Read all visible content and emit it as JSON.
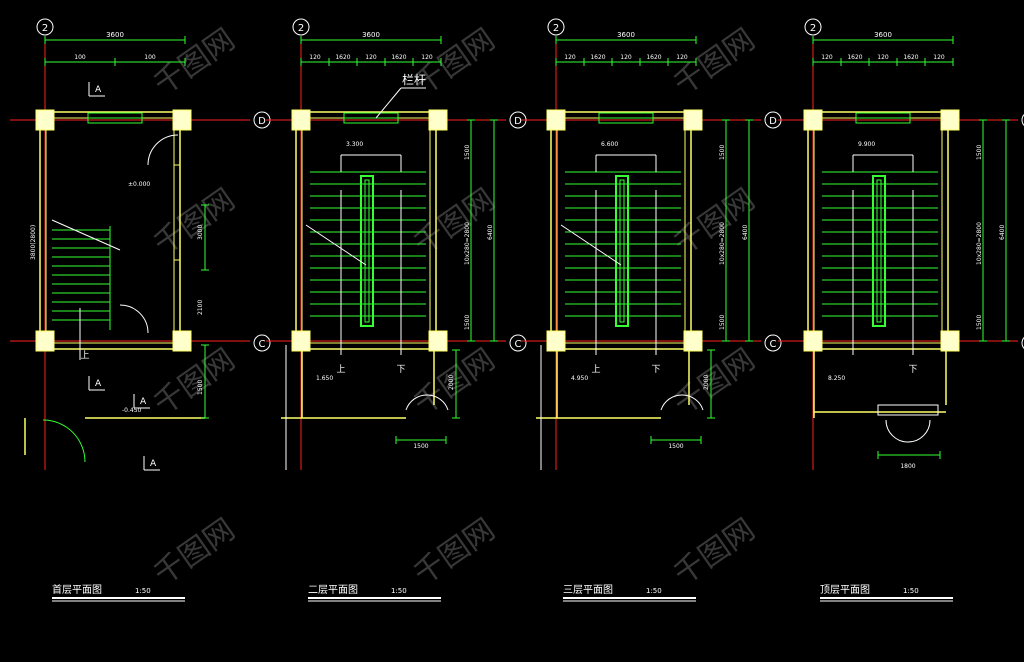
{
  "colors": {
    "background": "#000000",
    "wall": "#ffff66",
    "column_fill": "#ffffcc",
    "stair": "#33ff33",
    "axis": "#ff2020",
    "dim": "#33ff33",
    "text": "#ffffff",
    "bubble": "#ffffff"
  },
  "watermark": "千图网",
  "panels": [
    {
      "id": "floor-1",
      "title": "首层平面图",
      "scale": "1:50",
      "axes": {
        "top": "2",
        "right_top": "D",
        "right_bottom": "C"
      },
      "top_dim": "3600",
      "top_subdims": [
        "100",
        "100"
      ],
      "left_dim": "3800(2800)",
      "right_dims": [
        "3000",
        "2100"
      ],
      "labels": [
        "A",
        "A",
        "A",
        "A"
      ],
      "stair_labels": [
        "上"
      ],
      "elevation_labels": [
        "±0.000",
        "-0.450"
      ],
      "bottom_dims": [
        "1500"
      ]
    },
    {
      "id": "floor-2",
      "title": "二层平面图",
      "scale": "1:50",
      "axes": {
        "top": "2",
        "right_top": "D",
        "right_bottom": "C"
      },
      "top_dim": "3600",
      "top_subdims": [
        "120",
        "1620",
        "120",
        "1620",
        "120"
      ],
      "callout": "栏杆",
      "right_dims": [
        "1500",
        "10x280=2800",
        "1500"
      ],
      "right_total": "6400",
      "stair_labels": [
        "上",
        "下"
      ],
      "elevation_labels": [
        "3.300",
        "1.650"
      ],
      "bottom_dims": [
        "1500",
        "2000"
      ]
    },
    {
      "id": "floor-3",
      "title": "三层平面图",
      "scale": "1:50",
      "axes": {
        "top": "2",
        "right_top": "D",
        "right_bottom": "C"
      },
      "top_dim": "3600",
      "top_subdims": [
        "120",
        "1620",
        "120",
        "1620",
        "120"
      ],
      "right_dims": [
        "1500",
        "10x280=2800",
        "1500"
      ],
      "right_total": "6400",
      "stair_labels": [
        "上",
        "下"
      ],
      "elevation_labels": [
        "6.600",
        "4.950"
      ],
      "bottom_dims": [
        "1500",
        "2000"
      ]
    },
    {
      "id": "floor-top",
      "title": "顶层平面图",
      "scale": "1:50",
      "axes": {
        "top": "2",
        "right_top": "D",
        "right_bottom": "C"
      },
      "top_dim": "3600",
      "top_subdims": [
        "120",
        "1620",
        "120",
        "1620",
        "120"
      ],
      "right_dims": [
        "1500",
        "10x280=2800",
        "1500"
      ],
      "right_total": "6400",
      "stair_labels": [
        "下"
      ],
      "elevation_labels": [
        "9.900",
        "8.250"
      ],
      "bottom_dims": [
        "1800"
      ]
    }
  ]
}
